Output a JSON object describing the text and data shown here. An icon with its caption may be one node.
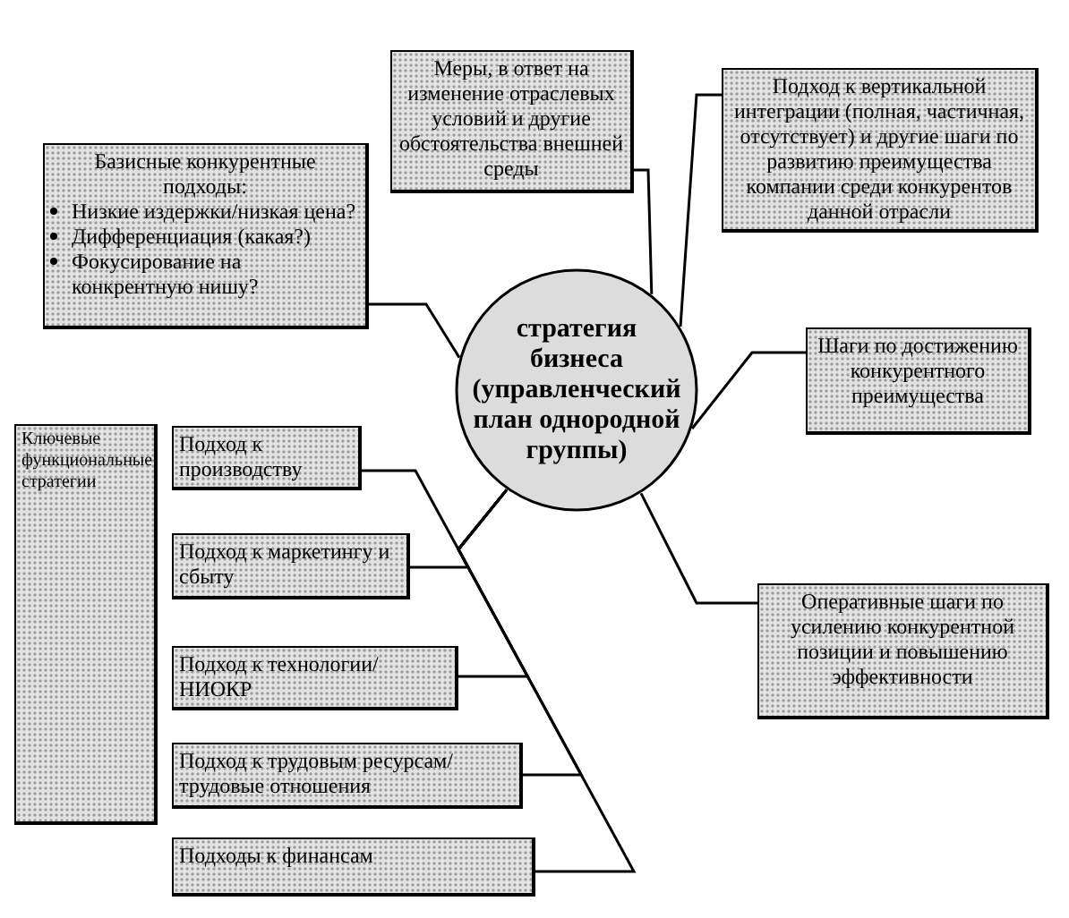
{
  "diagram": {
    "nodes": [
      {
        "text": [
          "Меры, в ответ на изменение отраслевых условий и другие обстоятельства внешней среды"
        ]
      },
      {
        "text": [
          "Подход к вертикальной интеграции (полная, частичная, отсутствует) и другие шаги по развитию преимущества компании среди конкурентов данной отрасли"
        ]
      },
      {
        "text": [
          "Базисные конкурентные подходы:",
          "Низкие издержки/низкая цена?",
          "Дифференциация (какая?)",
          "Фокусирование на конкрентную нишу?"
        ]
      },
      {
        "text": [
          "стратегия бизнеса (управленческий план однородной группы)"
        ]
      },
      {
        "text": [
          "Шаги по достижению конкурентного преимущества"
        ]
      },
      {
        "text": [
          "Ключевые функциональные стратегии"
        ]
      },
      {
        "text": [
          "Подход к производству"
        ]
      },
      {
        "text": [
          "Подход к маркетингу и сбыту"
        ]
      },
      {
        "text": [
          "Оперативные шаги по усилению конкурентной позиции и повышению эффективности"
        ]
      },
      {
        "text": [
          "Подход к технологии/НИОКР"
        ]
      },
      {
        "text": [
          "Подход к трудовым ресурсам/трудовые отношения"
        ]
      },
      {
        "text": [
          "Подходы к финансам"
        ]
      }
    ],
    "edges": [
      {
        "from": 3,
        "to": 0,
        "arrow": "none"
      },
      {
        "from": 3,
        "to": 1,
        "arrow": "none"
      },
      {
        "from": 3,
        "to": 2,
        "arrow": "none"
      },
      {
        "from": 3,
        "to": 4,
        "arrow": "none"
      },
      {
        "from": 3,
        "to": 6,
        "arrow": "none"
      },
      {
        "from": 3,
        "to": 7,
        "arrow": "none"
      },
      {
        "from": 3,
        "to": 8,
        "arrow": "none"
      },
      {
        "from": 3,
        "to": 9,
        "arrow": "none"
      },
      {
        "from": 3,
        "to": 10,
        "arrow": "none"
      },
      {
        "from": 3,
        "to": 11,
        "arrow": "none"
      }
    ]
  }
}
